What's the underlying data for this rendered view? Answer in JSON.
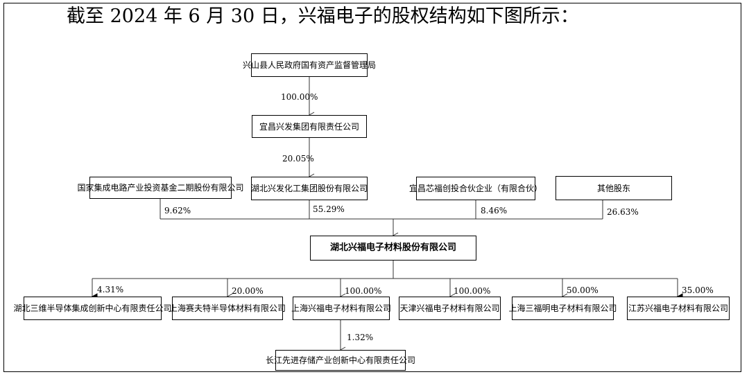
{
  "title": "截至 2024 年 6 月 30 日，兴福电子的股权结构如下图所示：",
  "nodes": {
    "sasac": "兴山县人民政府国有资产监督管理局",
    "yichang_xingfa": "宜昌兴发集团有限责任公司",
    "big_fund": "国家集成电路产业投资基金二期股份有限公司",
    "hubei_xingfa": "湖北兴发化工集团股份有限公司",
    "yichang_xinfu": "宜昌芯福创投合伙企业（有限合伙）",
    "others": "其他股东",
    "company": "湖北兴福电子材料股份有限公司",
    "sub1": "湖北三维半导体集成创新中心有限责任公司",
    "sub2": "上海赛夫特半导体材料有限公司",
    "sub3": "上海兴福电子材料有限公司",
    "sub4": "天津兴福电子材料有限公司",
    "sub5": "上海三福明电子材料有限公司",
    "sub6": "江苏兴福电子材料有限公司",
    "sub3_child": "长江先进存储产业创新中心有限责任公司"
  },
  "percentages": {
    "sasac_to_yichang": "100.00%",
    "yichang_to_hubei": "20.05%",
    "big_fund": "9.62%",
    "hubei_xingfa": "55.29%",
    "yichang_xinfu": "8.46%",
    "others": "26.63%",
    "sub1": "4.31%",
    "sub2": "20.00%",
    "sub3": "100.00%",
    "sub4": "100.00%",
    "sub5": "50.00%",
    "sub6": "35.00%",
    "sub3_child": "1.32%"
  },
  "colors": {
    "line": "#333333",
    "border": "#000000",
    "text": "#000000"
  }
}
